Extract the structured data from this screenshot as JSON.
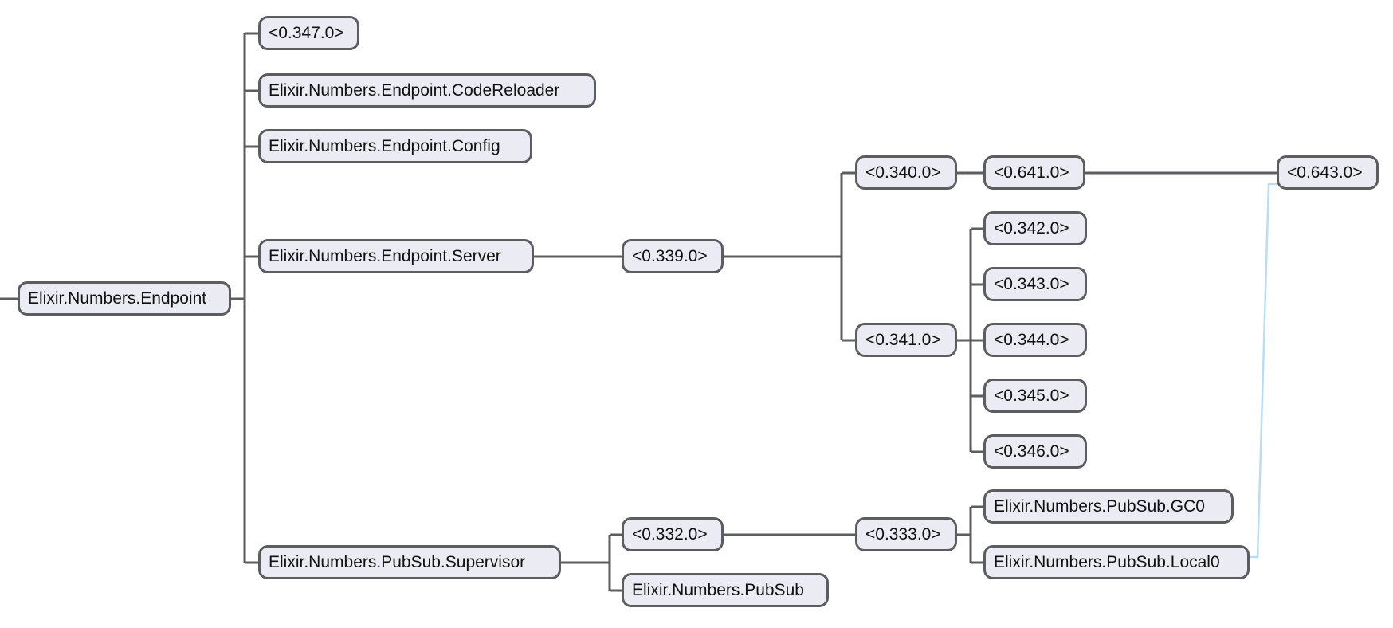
{
  "tree": {
    "root": "Elixir.Numbers.Endpoint",
    "nodes": {
      "n347": "<0.347.0>",
      "codereloader": "Elixir.Numbers.Endpoint.CodeReloader",
      "config": "Elixir.Numbers.Endpoint.Config",
      "server": "Elixir.Numbers.Endpoint.Server",
      "pubsub_supervisor": "Elixir.Numbers.PubSub.Supervisor",
      "n339": "<0.339.0>",
      "n340": "<0.340.0>",
      "n341": "<0.341.0>",
      "n641": "<0.641.0>",
      "n643": "<0.643.0>",
      "n342": "<0.342.0>",
      "n343": "<0.343.0>",
      "n344": "<0.344.0>",
      "n345": "<0.345.0>",
      "n346": "<0.346.0>",
      "n332": "<0.332.0>",
      "pubsub": "Elixir.Numbers.PubSub",
      "n333": "<0.333.0>",
      "gc0": "Elixir.Numbers.PubSub.GC0",
      "local0": "Elixir.Numbers.PubSub.Local0"
    }
  },
  "colors": {
    "node_fill": "#ebebf3",
    "node_border": "#5d5d5f",
    "link": "#5d5d5f",
    "trace_link": "#b9dcf7"
  }
}
